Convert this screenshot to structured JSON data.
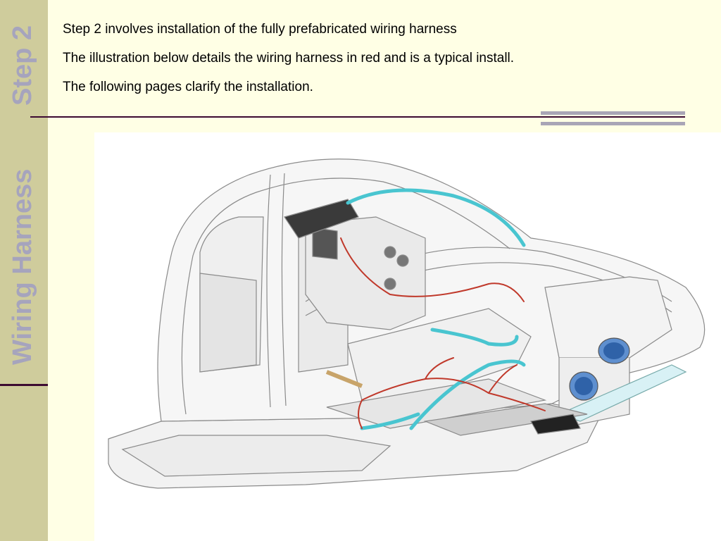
{
  "sidebar": {
    "step_title": "Step 2",
    "section_title": "Wiring Harness"
  },
  "content": {
    "lines": [
      "Step 2 involves installation of the fully prefabricated wiring harness",
      "The illustration below details the wiring harness in red and is a typical install.",
      "The following pages clarify the installation."
    ]
  },
  "colors": {
    "background": "#ffffe5",
    "sidebar": "#cfcc9c",
    "title": "#a6a4bd",
    "rule": "#3c0a31",
    "harness": "#c0392b",
    "hose": "#49c5d0"
  },
  "illustration": {
    "subject": "vehicle-body-wiring-harness-drawing"
  }
}
